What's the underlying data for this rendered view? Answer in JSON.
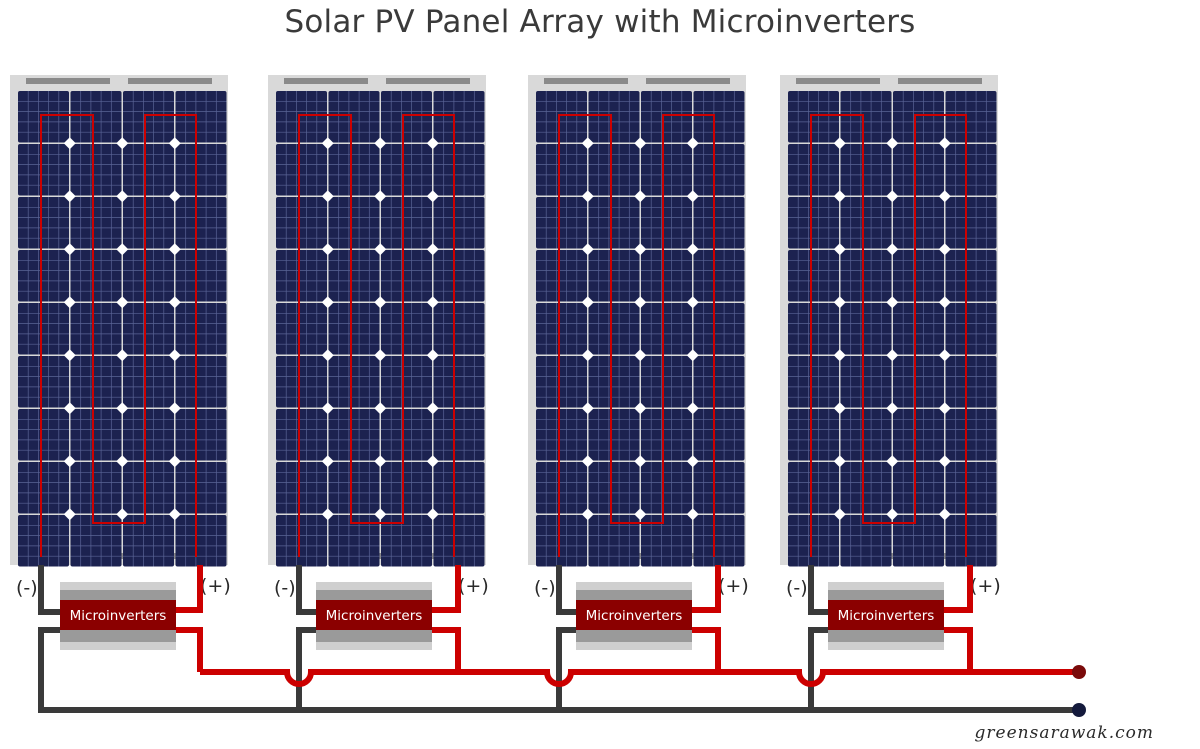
{
  "title": "Solar PV Panel Array with Microinverters",
  "watermark": "greensarawak.com",
  "panels": [
    {
      "minus_label": "(-)",
      "plus_label": "(+)",
      "inverter_label": "Microinverters"
    },
    {
      "minus_label": "(-)",
      "plus_label": "(+)",
      "inverter_label": "Microinverters"
    },
    {
      "minus_label": "(-)",
      "plus_label": "(+)",
      "inverter_label": "Microinverters"
    },
    {
      "minus_label": "(-)",
      "plus_label": "(+)",
      "inverter_label": "Microinverters"
    }
  ],
  "colors": {
    "cell": "#1c2250",
    "panel_frame": "#d9d9d9",
    "positive_wire": "#cc0000",
    "negative_wire": "#3a3a3a",
    "inverter_body": "#8b0000",
    "positive_terminal": "#7a0a0a",
    "negative_terminal": "#141a3c"
  }
}
